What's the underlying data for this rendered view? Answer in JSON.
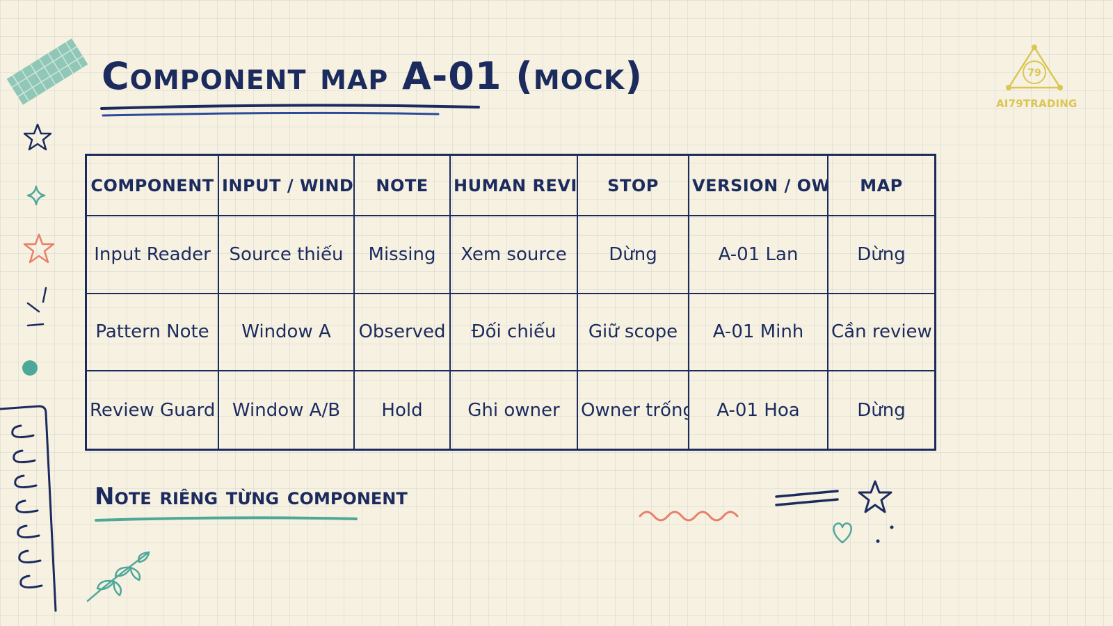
{
  "title": "Component map A-01 (mock)",
  "logo": {
    "number": "79",
    "text": "AI79TRADING",
    "color": "#d9c653"
  },
  "table": {
    "headers": [
      "COMPONENT",
      "INPUT / WINDOW",
      "NOTE",
      "HUMAN REVIEW",
      "STOP",
      "VERSION / OWNER",
      "MAP"
    ],
    "rows": [
      [
        "Input Reader",
        "Source thiếu",
        "Missing",
        "Xem source",
        "Dừng",
        "A-01 Lan",
        "Dừng"
      ],
      [
        "Pattern Note",
        "Window A",
        "Observed",
        "Đối chiếu",
        "Giữ scope",
        "A-01 Minh",
        "Cần review"
      ],
      [
        "Review Guard",
        "Window A/B",
        "Hold",
        "Ghi owner",
        "Owner trống",
        "A-01 Hoa",
        "Dừng"
      ]
    ]
  },
  "footer_note": "Note riêng từng component",
  "colors": {
    "ink": "#1b2b5e",
    "paper": "#f7f1e1",
    "teal": "#4ea89a",
    "coral": "#e8806a"
  }
}
